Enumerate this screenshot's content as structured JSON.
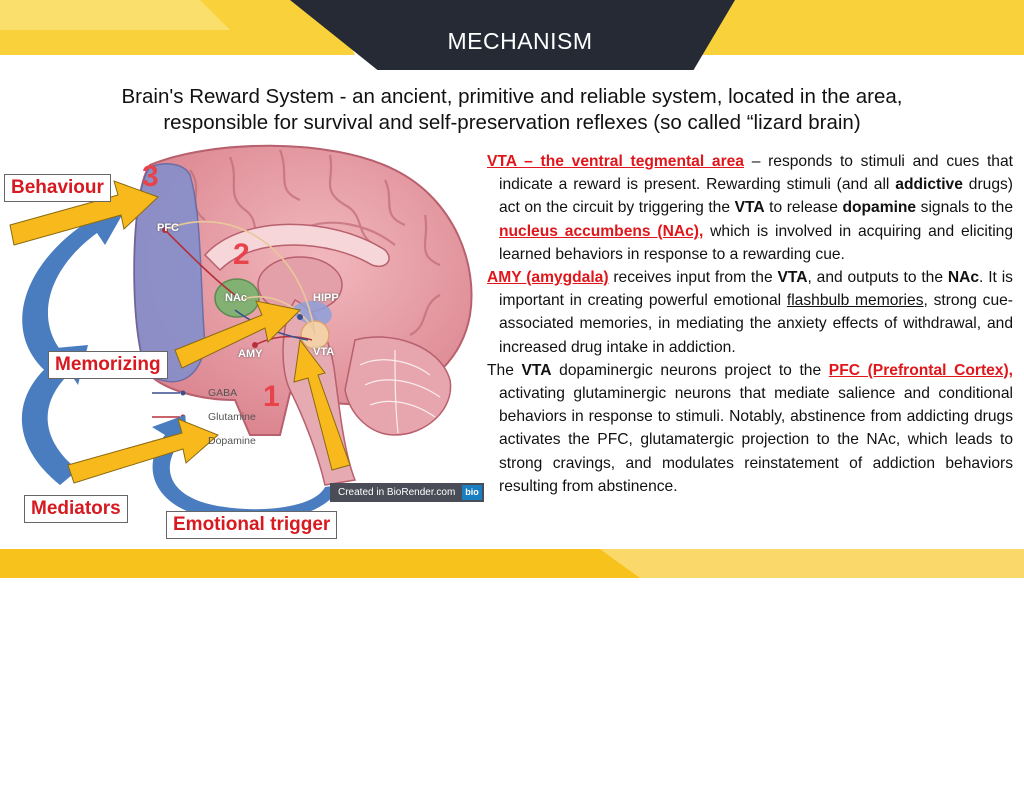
{
  "title": "MECHANISM",
  "subtitle": {
    "line1": "Brain's Reward System - an ancient, primitive and reliable system, located in the area,",
    "line2": "responsible for survival and self-preservation reflexes (so called “lizard brain)"
  },
  "labels": {
    "behaviour": "Behaviour",
    "memorizing": "Memorizing",
    "mediators": "Mediators",
    "emotional_trigger": "Emotional trigger"
  },
  "numbers": {
    "n1": "1",
    "n2": "2",
    "n3": "3"
  },
  "brain_regions": {
    "pfc": "PFC",
    "nac": "NAc",
    "hipp": "HIPP",
    "amy": "AMY",
    "vta": "VTA"
  },
  "legend": [
    {
      "label": "GABA",
      "color": "#3a4f8f"
    },
    {
      "label": "Glutamine",
      "color": "#b5303b"
    },
    {
      "label": "Dopamine",
      "color": "#e8c89a"
    }
  ],
  "credit": {
    "text": "Created in BioRender.com",
    "tag": "bio"
  },
  "paragraphs": {
    "vta": {
      "term": "VTA – the ventral tegmental area",
      "t1": " – responds to stimuli and cues that indicate a reward is present. Rewarding stimuli (and all ",
      "b1": "addictive",
      "t2": " drugs) act on the circuit by triggering the ",
      "b2": "VTA",
      "t3": " to release ",
      "b3": "dopamine",
      "t4": " signals to the ",
      "term2": "nucleus accumbens (NAc),",
      "t5": " which is involved in acquiring and eliciting learned behaviors in response to a rewarding cue."
    },
    "amy": {
      "term": "AMY (amygdala)",
      "t1": " receives input from the ",
      "b1": "VTA",
      "t2": ", and outputs to the ",
      "b2": "NAc",
      "t3": ". It is important in creating powerful emotional ",
      "u1": "flashbulb memories",
      "t4": ", strong cue-associated memories, in mediating the anxiety effects of withdrawal, and increased drug intake in addiction."
    },
    "pfc": {
      "t0": "The ",
      "b1": "VTA",
      "t1": " dopaminergic neurons project to the ",
      "term": "PFC (Prefrontal Cortex),",
      "t2": " activating glutaminergic neurons that mediate salience and conditional behaviors in response to stimuli. Notably, abstinence from addicting drugs activates the PFC, glutamatergic projection to the NAc, which leads to strong cravings, and modulates reinstatement of addiction behaviors resulting from abstinence."
    }
  },
  "colors": {
    "accent_yellow": "#f8c21d",
    "header_dark": "#252a35",
    "red": "#e0161b",
    "arrow_blue": "#4a7cc0"
  }
}
